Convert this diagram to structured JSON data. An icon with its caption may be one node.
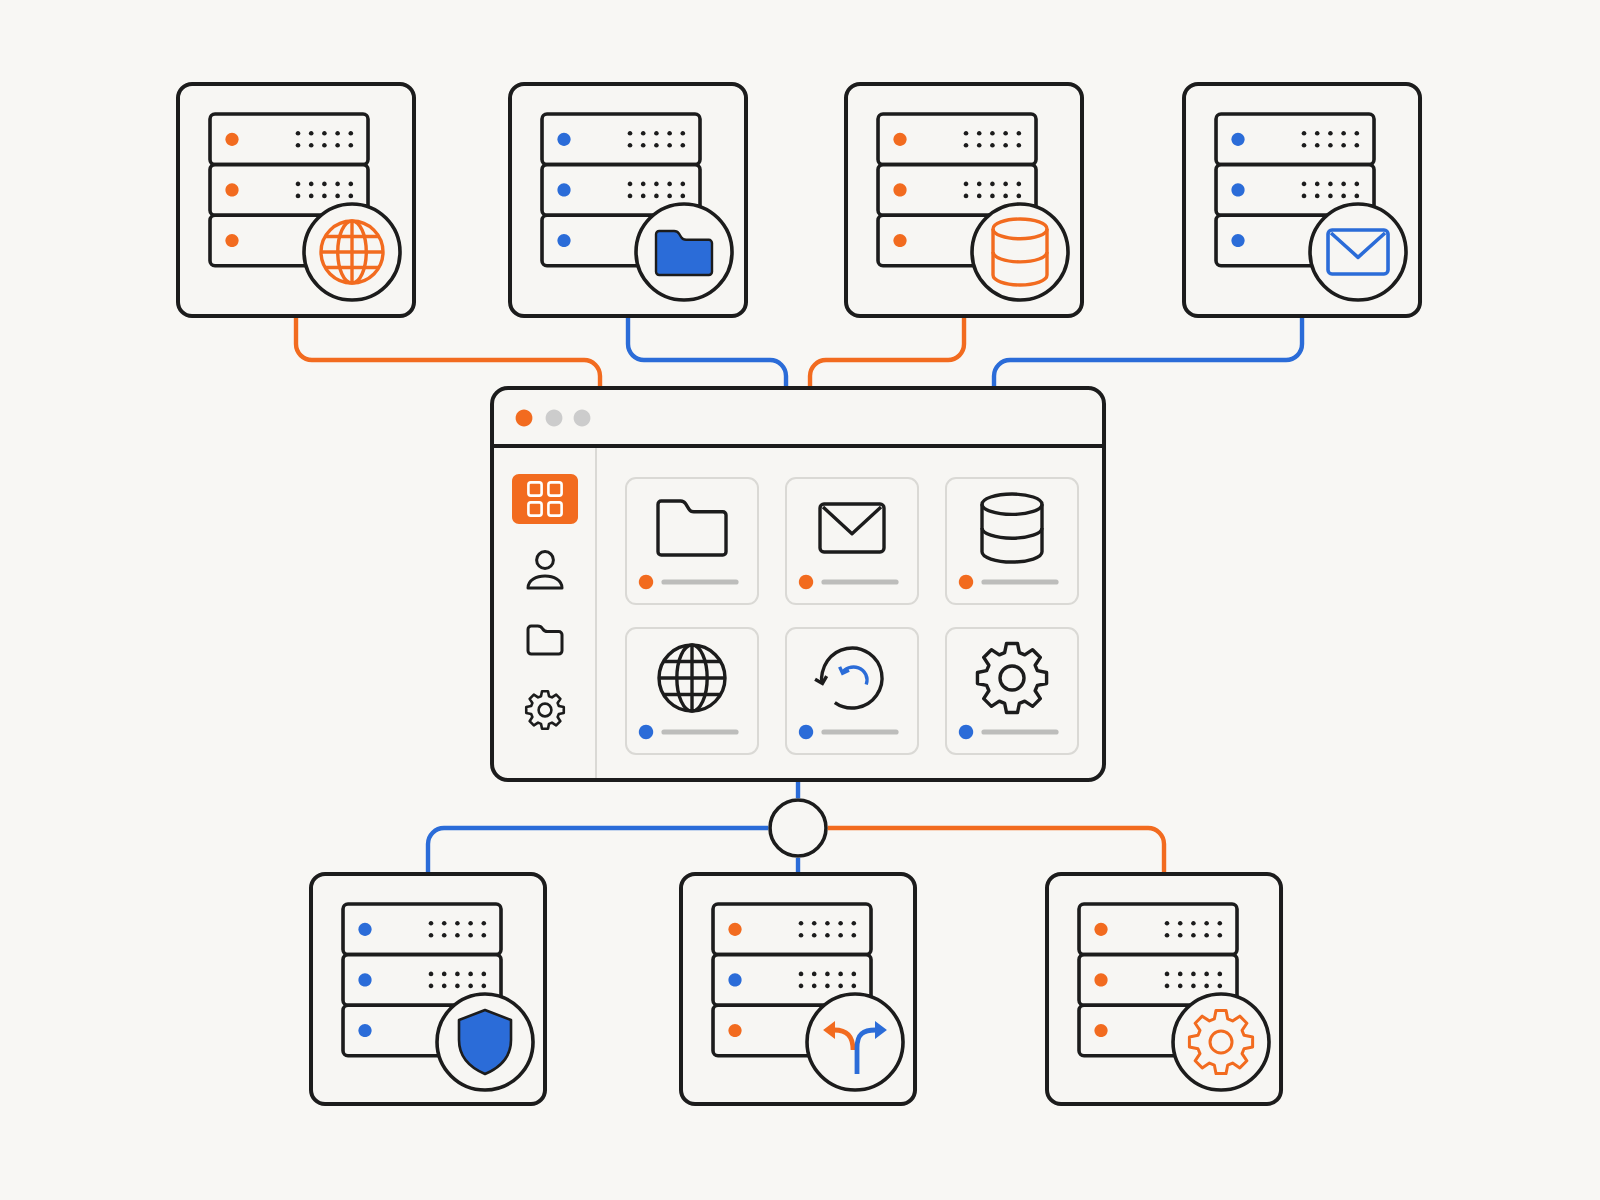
{
  "diagram": {
    "nodes": [
      {
        "text": [],
        "shape": "picture"
      },
      {
        "text": [],
        "shape": "picture"
      },
      {
        "text": [],
        "shape": "picture"
      },
      {
        "text": [],
        "shape": "picture"
      },
      {
        "text": [],
        "shape": "picture"
      },
      {
        "text": [],
        "shape": "circle"
      },
      {
        "text": [],
        "shape": "picture"
      },
      {
        "text": [],
        "shape": "picture"
      },
      {
        "text": [],
        "shape": "picture"
      }
    ],
    "edges": [
      {
        "from": 0,
        "to": 4,
        "arrow": "none",
        "color": "#f26b1f"
      },
      {
        "from": 1,
        "to": 4,
        "arrow": "none"
      },
      {
        "from": 2,
        "to": 4,
        "arrow": "none",
        "color": "#f26b1f"
      },
      {
        "from": 3,
        "to": 4,
        "arrow": "none"
      },
      {
        "from": 4,
        "to": 5,
        "arrow": "none"
      },
      {
        "from": 5,
        "to": 6,
        "arrow": "none"
      },
      {
        "from": 5,
        "to": 7,
        "arrow": "none"
      },
      {
        "from": 5,
        "to": 8,
        "arrow": "none",
        "color": "#f26b1f"
      }
    ]
  }
}
